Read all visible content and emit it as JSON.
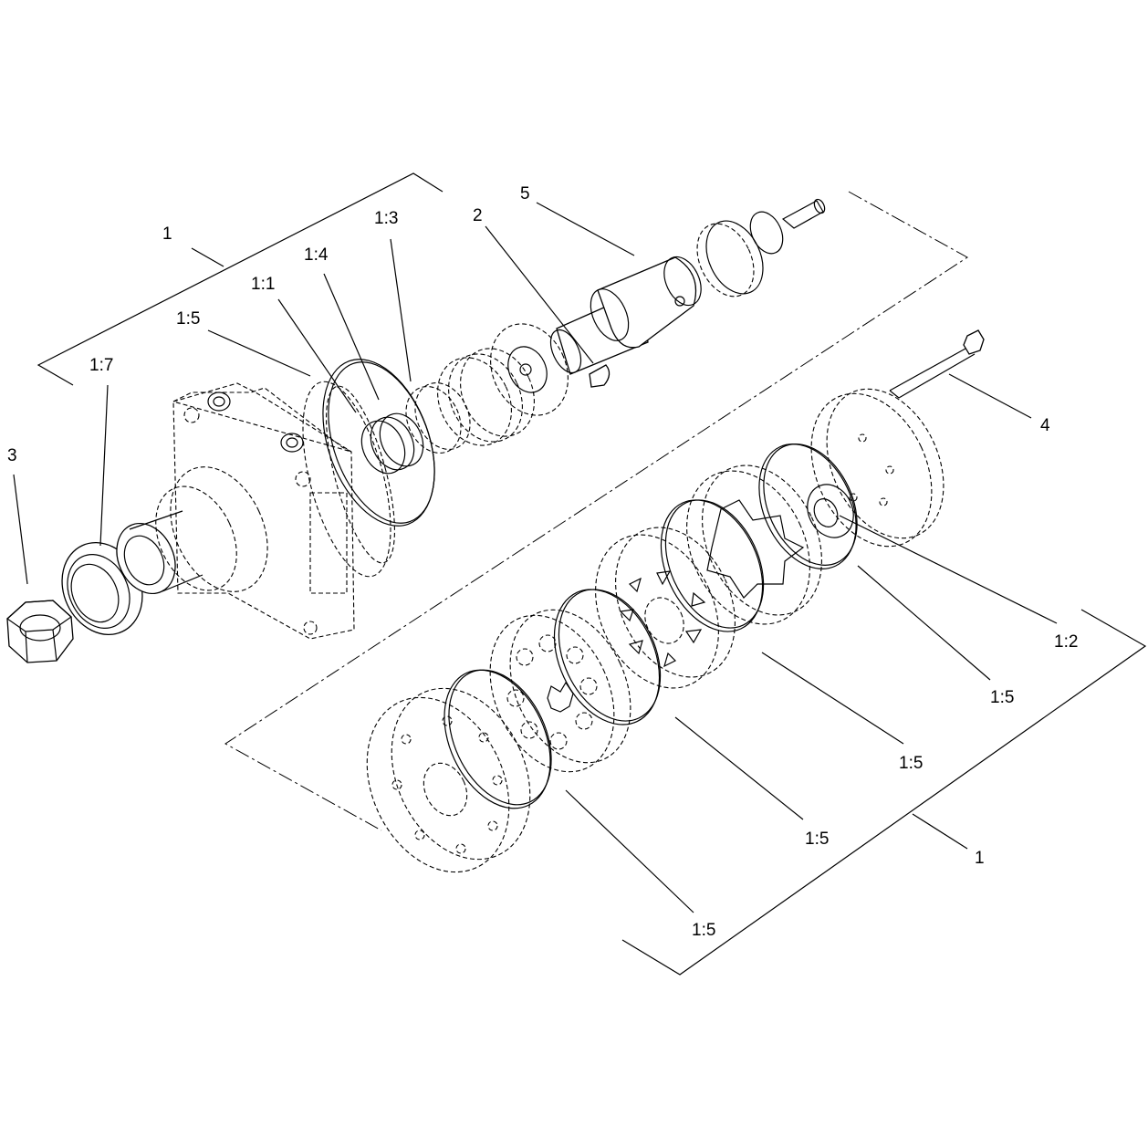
{
  "callouts": {
    "c1_top": "1",
    "c1_3": "1:3",
    "c2": "2",
    "c5": "5",
    "c1_4": "1:4",
    "c1_1": "1:1",
    "c1_5_a": "1:5",
    "c1_7": "1:7",
    "c3": "3",
    "c4": "4",
    "c1_2": "1:2",
    "c1_5_b": "1:5",
    "c1_5_c": "1:5",
    "c1_5_d": "1:5",
    "c1_bottom": "1",
    "c1_5_e": "1:5"
  }
}
